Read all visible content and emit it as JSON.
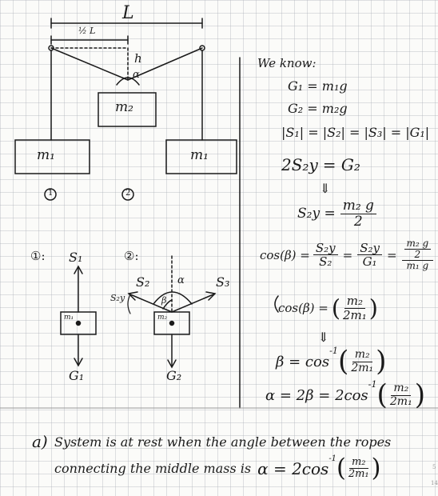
{
  "diagram": {
    "dim_L": "L",
    "dim_half_L": "½ L",
    "dim_h": "h",
    "angle_alpha": "α",
    "mass_m1_left": "m₁",
    "mass_m2": "m₂",
    "mass_m1_right": "m₁",
    "label_circled_1": "①",
    "label_circled_2": "②"
  },
  "fbd1": {
    "label": "①:",
    "force_up": "S₁",
    "force_down": "G₁",
    "mass": "m₁"
  },
  "fbd2": {
    "label": "②:",
    "force_left": "S₂",
    "force_right": "S₃",
    "component": "S₂y",
    "angle_alpha": "α",
    "angle_beta": "β",
    "force_down": "G₂",
    "mass": "m₂"
  },
  "derivation": {
    "heading": "We know:",
    "eq1": "G₁ = m₁g",
    "eq2": "G₂ = m₂g",
    "eq3": "|S₁| = |S₂| = |S₃| = |G₁|",
    "eq4_lhs": "2S₂y",
    "eq4_rhs": "= G₂",
    "arrow": "⇓",
    "eq5_lhs": "S₂y =",
    "eq5_num": "m₂ g",
    "eq5_den": "2",
    "cos_lhs": "cos(β) =",
    "cos_f1_num": "S₂y",
    "cos_f1_den": "S₂",
    "cos_eq": "=",
    "cos_f2_num": "S₂y",
    "cos_f2_den": "G₁",
    "cos_f3_num_inner_num": "m₂ g",
    "cos_f3_num_inner_den": "2",
    "cos_f3_den": "m₁ g",
    "cos2_lhs": "cos(β) =",
    "cos2_num": "m₂",
    "cos2_den": "2m₁",
    "beta_lhs": "β = cos",
    "beta_sup": "-1",
    "beta_num": "m₂",
    "beta_den": "2m₁",
    "alpha_lhs": "α = 2β = 2cos",
    "alpha_sup": "-1",
    "alpha_num": "m₂",
    "alpha_den": "2m₁"
  },
  "conclusion": {
    "part": "a)",
    "line1": "System is at rest when the angle between the ropes",
    "line2": "connecting the middle mass is",
    "formula_lhs": "α = 2cos",
    "formula_sup": "-1",
    "formula_num": "m₂",
    "formula_den": "2m₁"
  },
  "margin": {
    "tick1": "5",
    "tick2": "14"
  }
}
